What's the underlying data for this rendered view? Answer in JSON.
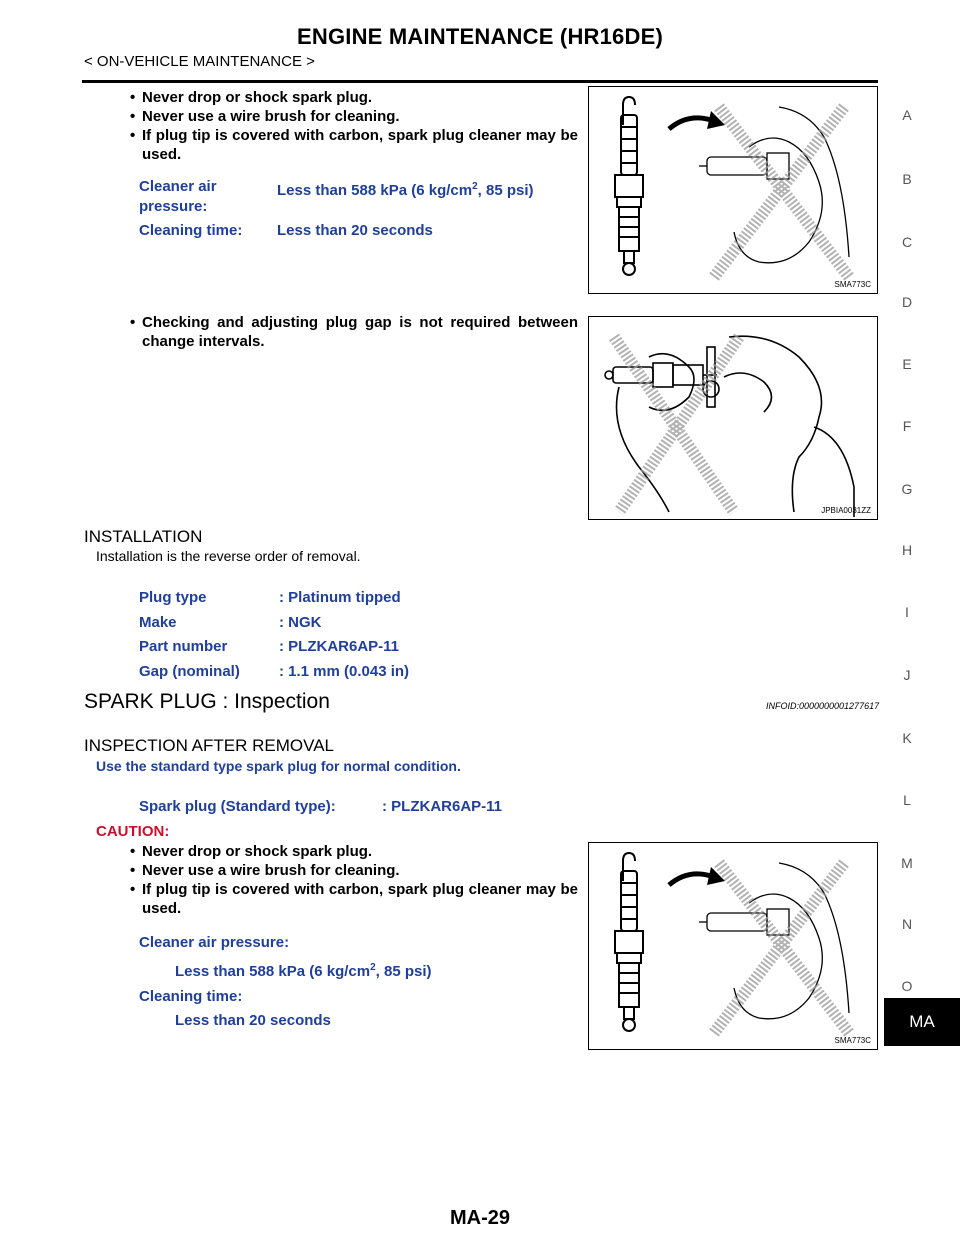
{
  "header": {
    "title": "ENGINE MAINTENANCE (HR16DE)",
    "subtitle": "< ON-VEHICLE MAINTENANCE >"
  },
  "block1": {
    "bullets": [
      "Never drop or shock spark plug.",
      "Never use a wire brush for cleaning.",
      "If plug tip is covered with carbon, spark plug cleaner may be used."
    ],
    "specs": {
      "pressure_label_line1": "Cleaner air",
      "pressure_label_line2": "pressure:",
      "pressure_value_prefix": "Less than 588 kPa (6 kg/cm",
      "pressure_value_sup": "2",
      "pressure_value_suffix": ", 85 psi)",
      "time_label": "Cleaning time:",
      "time_value": "Less than 20 seconds"
    },
    "figure_label": "SMA773C"
  },
  "block2": {
    "bullet": "Checking and adjusting plug gap is not required between change intervals.",
    "figure_label": "JPBIA0031ZZ"
  },
  "installation": {
    "heading": "INSTALLATION",
    "text": "Installation is the reverse order of removal.",
    "specs": [
      {
        "key": "Plug type",
        "value": ": Platinum tipped"
      },
      {
        "key": "Make",
        "value": ": NGK"
      },
      {
        "key": "Part number",
        "value": ": PLZKAR6AP-11"
      },
      {
        "key": "Gap (nominal)",
        "value": ": 1.1 mm (0.043 in)"
      }
    ]
  },
  "inspection": {
    "heading": "SPARK PLUG : Inspection",
    "infoid": "INFOID:0000000001277617",
    "subheading": "INSPECTION AFTER REMOVAL",
    "intro": "Use the standard type spark plug for normal condition.",
    "std_key": "Spark plug (Standard type):",
    "std_value": ": PLZKAR6AP-11",
    "caution": "CAUTION:",
    "bullets": [
      "Never drop or shock spark plug.",
      "Never use a wire brush for cleaning.",
      "If plug tip is covered with carbon, spark plug cleaner may be used."
    ],
    "pressure_label": "Cleaner air pressure:",
    "pressure_value_prefix": "Less than 588 kPa (6 kg/cm",
    "pressure_value_sup": "2",
    "pressure_value_suffix": ", 85 psi)",
    "time_label": "Cleaning time:",
    "time_value": "Less than 20 seconds",
    "figure_label": "SMA773C"
  },
  "side_index": [
    "A",
    "B",
    "C",
    "D",
    "E",
    "F",
    "G",
    "H",
    "I",
    "J",
    "K",
    "L",
    "M",
    "N",
    "O"
  ],
  "side_tab": "MA",
  "footer": {
    "page": "MA-29"
  }
}
